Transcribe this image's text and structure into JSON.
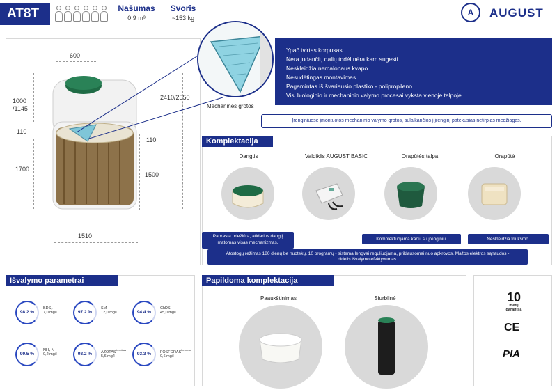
{
  "header": {
    "model": "AT8T",
    "people_count": 6,
    "capacity_label": "Našumas",
    "capacity_value": "0,9 m³",
    "weight_label": "Svoris",
    "weight_value": "~153 kg",
    "brand_mark": "A",
    "brand_name": "AUGUST"
  },
  "diagram": {
    "dim_width": "600",
    "dim_top_height": "1000\n/1145",
    "dim_110_left": "110",
    "dim_1700": "1700",
    "dim_total": "2410/2550",
    "dim_110_right": "110",
    "dim_1500": "1500",
    "dim_bottom": "1510",
    "zoom_label": "Mechaninės grotos"
  },
  "features": [
    "Ypač tvirtas korpusas.",
    "Nėra judančių dalių todėl nėra kam sugesti.",
    "Neskleidžia nemalonaus kvapo.",
    "Nesudėtingas montavimas.",
    "Pagamintas iš švariausio plastiko - polipropileno.",
    "Visi biologinio ir mechaninio valymo procesai vyksta vienoje talpoje."
  ],
  "note": "Įrenginiuose įmontuotos mechaninio valymo grotos, sulaikančios į įrenginį patekusias netirpias medžiagas.",
  "kit": {
    "title": "Komplektacija",
    "items": [
      {
        "name": "Dangtis",
        "icon": "lid-icon"
      },
      {
        "name": "Valdiklis AUGUST BASIC",
        "icon": "controller-icon"
      },
      {
        "name": "Orapūtės talpa",
        "icon": "blower-housing-icon"
      },
      {
        "name": "Orapūtė",
        "icon": "air-blower-icon"
      }
    ],
    "callout_lid": "Paprasta priežiūra, atidarius dangtį matomas visas mechanizmas.",
    "callout_housing": "Komplektuojama kartu su įrenginiu.",
    "callout_blower": "Neskleidžia triukšmo.",
    "callout_controller": "Atostogų režimas 180 dienų be nuotekų. 10 programų - sistema lengvai reguliuojama, priklausomai nuo apkrovos. Mažos elektros sąnaudos - didelis išvalymo efektyvumas."
  },
  "params": {
    "title": "Išvalymo parametrai",
    "items": [
      {
        "percent": "98.2 %",
        "name": "BDS₅",
        "value": "7,0 mg/l"
      },
      {
        "percent": "97.2 %",
        "name": "SM",
        "value": "12,0 mg/l"
      },
      {
        "percent": "94.4 %",
        "name": "ChDS",
        "value": "45,0 mg/l"
      },
      {
        "percent": "99.5 %",
        "name": "NH₄-N",
        "value": "0,2 mg/l"
      },
      {
        "percent": "93.2 %",
        "name": "AZOTAS",
        "sup": "bendras",
        "value": "5,6 mg/l"
      },
      {
        "percent": "93.3 %",
        "name": "FOSFORAS",
        "sup": "bendras",
        "value": "0,6 mg/l"
      }
    ]
  },
  "extra": {
    "title": "Papildoma komplektacija",
    "items": [
      {
        "name": "Paaukštinimas"
      },
      {
        "name": "Siurblinė"
      }
    ]
  },
  "warranty": {
    "years": "10",
    "label_1": "metų",
    "label_2": "garantija",
    "ce": "CE",
    "pia": "PIA"
  },
  "colors": {
    "brand_navy": "#1c2f8a",
    "lid_green": "#1f6b45",
    "tank_brown": "#7a5a2c"
  }
}
